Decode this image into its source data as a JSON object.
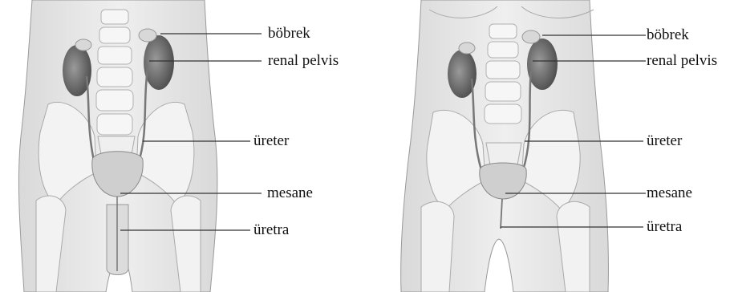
{
  "male": {
    "labels": {
      "kidney": "böbrek",
      "renal_pelvis": "renal pelvis",
      "ureter": "üreter",
      "bladder": "mesane",
      "urethra": "üretra"
    }
  },
  "female": {
    "labels": {
      "kidney": "böbrek",
      "renal_pelvis": "renal pelvis",
      "ureter": "üreter",
      "bladder": "mesane",
      "urethra": "üretra"
    }
  },
  "colors": {
    "body_fill": "#e9e9e9",
    "bone_fill": "#f4f4f4",
    "kidney_fill": "#6b6b6b",
    "line": "#333333"
  }
}
